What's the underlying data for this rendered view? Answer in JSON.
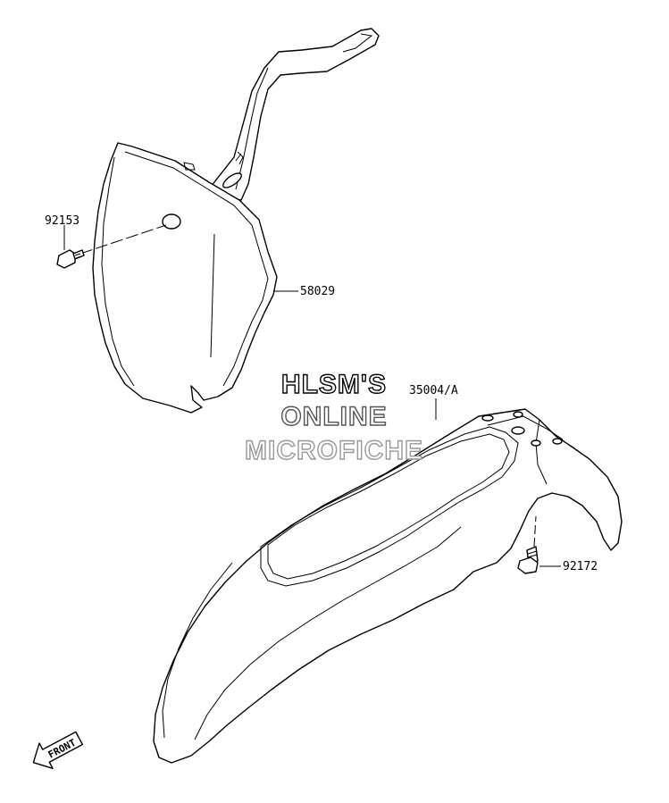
{
  "parts": {
    "bolt_upper": "92153",
    "number_plate": "58029",
    "front_fender": "35004/A",
    "bolt_lower": "92172"
  },
  "watermark": {
    "line1": "HLSM'S",
    "line2": "ONLINE",
    "line3": "MICROFICHE",
    "color1": "#000000",
    "color2": "#555555",
    "color3": "#999999"
  },
  "direction_marker": {
    "label": "FRONT",
    "icon": "front-arrow-icon"
  }
}
